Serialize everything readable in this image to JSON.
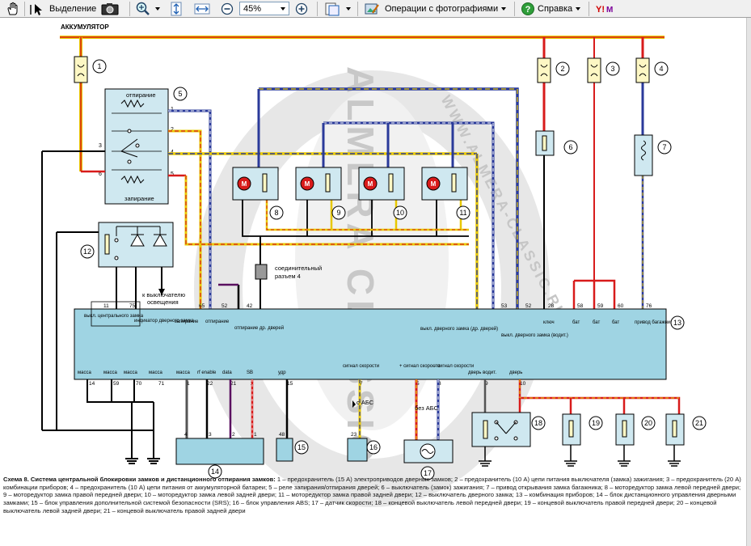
{
  "toolbar": {
    "select_label": "Выделение",
    "zoom_value": "45%",
    "photo_ops_label": "Операции с фотографиями",
    "help_label": "Справка"
  },
  "diagram": {
    "watermark": "ALMERA CLASSIC",
    "watermark_url": "WWW.ALMERA-CLASSIC.RU",
    "battery_label": "АККУМУЛЯТОР",
    "relay5_unlock": "отпирание",
    "relay5_lock": "запирание",
    "connector4_label_1": "соединительный",
    "connector4_label_2": "разъем 4",
    "to_light_switch_1": "к выключателю",
    "to_light_switch_2": "освещения",
    "abs_with": "с АБС",
    "abs_without": "без АБС",
    "callouts": [
      "1",
      "2",
      "3",
      "4",
      "5",
      "6",
      "7",
      "8",
      "9",
      "10",
      "11",
      "12",
      "13",
      "14",
      "15",
      "16",
      "17",
      "18",
      "19",
      "20",
      "21"
    ],
    "relay5_pins": [
      "1",
      "2",
      "3",
      "4",
      "5",
      "6"
    ],
    "top_pins": [
      "11",
      "75",
      "65",
      "52",
      "42",
      "53",
      "52",
      "28",
      "58",
      "59",
      "60",
      "76"
    ],
    "top_labels": [
      "выкл. центрального замка",
      "индикатор дверного замка",
      "запирание",
      "отпирание",
      "отпирание др. дверей",
      "выкл. дверного замка (др. дверей)",
      "выкл. дверного замка (водит.)",
      "ключ",
      "бат",
      "бат",
      "бат",
      "привод багажника"
    ],
    "bottom_labels": [
      "масса",
      "масса",
      "масса",
      "масса",
      "масса",
      "rf enable",
      "data",
      "SB",
      "удр",
      "сигнал скорости",
      "+ сигнал скорости",
      "– сигнал скорости",
      "дверь водит.",
      "дверь"
    ],
    "bottom_pins": [
      "14",
      "59",
      "70",
      "71",
      "1",
      "22",
      "21",
      "2",
      "15",
      "7",
      "5",
      "3",
      "9",
      "10"
    ],
    "lower_pins": [
      "4",
      "3",
      "2",
      "1",
      "48",
      "23"
    ]
  },
  "caption": {
    "title": "Схема 8. Система центральной блокировки замков и дистанционного отпирания замков:",
    "text": " 1 – предохранитель (15 А) электроприводов дверных замков; 2 – предохранитель (10 А) цепи питания выключателя (замка) зажигания; 3 – предохранитель (20 А) комбинации приборов; 4 – предохранитель (10 А) цепи питания от аккумуляторной батареи; 5 – реле запирания/отпирания дверей; 6 – выключатель (замок) зажигания; 7 – привод открывания замка багажника; 8 – моторедуктор замка левой передней двери; 9 – моторедуктор замка правой передней двери; 10 – моторедуктор замка левой задней двери; 11 – моторедуктор замка правой задней двери; 12 – выключатель дверного замка; 13 – комбинация приборов; 14 – блок дистанционного управления дверными замками; 15 – блок управления дополнительной системой безопасности (SRS); 16 – блок управления ABS; 17 – датчик скорости; 18 – концевой выключатель левой передней двери; 19 – концевой выключатель правой передней двери; 20 – концевой выключатель левой задней двери; 21 – концевой выключатель правой задней двери"
  }
}
